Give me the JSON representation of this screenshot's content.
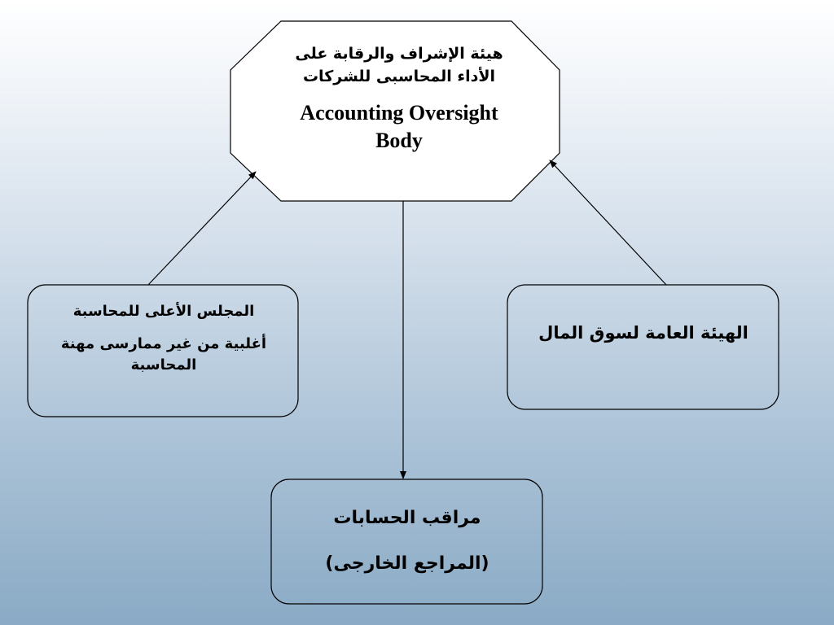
{
  "nodes": {
    "oversight_body": {
      "arabic_line1": "هيئة الإشراف والرقابة على",
      "arabic_line2": "الأداء المحاسبى للشركات",
      "english_line1": "Accounting Oversight",
      "english_line2": "Body"
    },
    "high_council": {
      "line1": "المجلس الأعلى للمحاسبة",
      "line2": "أغلبية من غير ممارسى مهنة المحاسبة"
    },
    "capital_market_authority": {
      "line1": "الهيئة العامة لسوق المال"
    },
    "external_auditor": {
      "line1": "مراقب الحسابات",
      "line2": "(المراجع الخارجى)"
    }
  },
  "colors": {
    "background_top": "#ffffff",
    "background_bottom": "#8aaac5",
    "box_border": "#000000",
    "octagon_fill": "#ffffff",
    "box_fill": "transparent"
  }
}
